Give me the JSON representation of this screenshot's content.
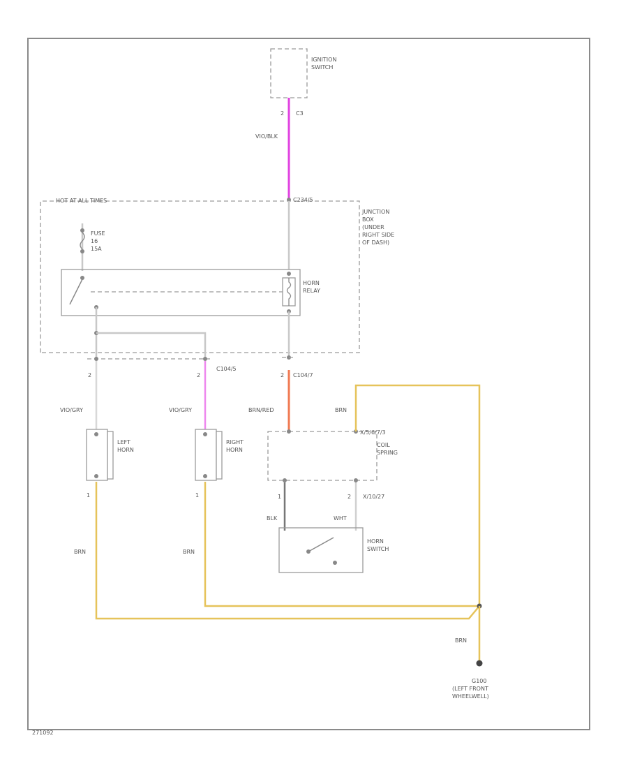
{
  "diagram": {
    "components": {
      "ignition_switch": {
        "line1": "IGNITION",
        "line2": "SWITCH",
        "pin": "2",
        "connector": "C3"
      },
      "junction_box": {
        "top_label": "HOT AT ALL TIMES",
        "connector": "C234/5",
        "lines": [
          "JUNCTION",
          "BOX",
          "(UNDER",
          "RIGHT SIDE",
          "OF DASH)"
        ]
      },
      "fuse": {
        "line1": "FUSE",
        "line2": "16",
        "line3": "15A"
      },
      "horn_relay": {
        "line1": "HORN",
        "line2": "RELAY"
      },
      "left_horn": {
        "line1": "LEFT",
        "line2": "HORN",
        "top_pin": "2",
        "bottom_pin": "1"
      },
      "right_horn": {
        "line1": "RIGHT",
        "line2": "HORN",
        "top_pin": "2",
        "bottom_pin": "1",
        "connector": "C104/5"
      },
      "coil_spring": {
        "connector_top": "X/5/6/7/3",
        "line1": "COIL",
        "line2": "SPRING",
        "pin_left": "1",
        "pin_right": "2",
        "connector_bottom": "X/10/27"
      },
      "horn_switch": {
        "line1": "HORN",
        "line2": "SWITCH"
      },
      "ground": {
        "name": "G100",
        "line1": "(LEFT FRONT",
        "line2": "WHEELWELL)"
      },
      "relay_connector": {
        "pin": "2",
        "connector": "C104/7"
      }
    },
    "wires": {
      "ignition_to_jb": {
        "label": "VIO/BLK",
        "color": "#e040e0"
      },
      "left_horn_feed": {
        "label": "VIO/GRY",
        "color": "#d0d0d0"
      },
      "right_horn_feed": {
        "label": "VIO/GRY",
        "color": "#ee88ee"
      },
      "relay_to_coil": {
        "label": "BRN/RED",
        "color": "#f07850"
      },
      "coil_to_ground_top": {
        "label": "BRN",
        "color": "#e6c35a"
      },
      "coil_to_switch_left": {
        "label": "BLK",
        "color": "#777777"
      },
      "coil_to_switch_right": {
        "label": "WHT",
        "color": "#cccccc"
      },
      "left_horn_ground": {
        "label": "BRN",
        "color": "#e6c35a"
      },
      "right_horn_ground": {
        "label": "BRN",
        "color": "#e6c35a"
      },
      "ground_drop": {
        "label": "BRN",
        "color": "#e6c35a"
      }
    },
    "figure_id": "271092"
  }
}
